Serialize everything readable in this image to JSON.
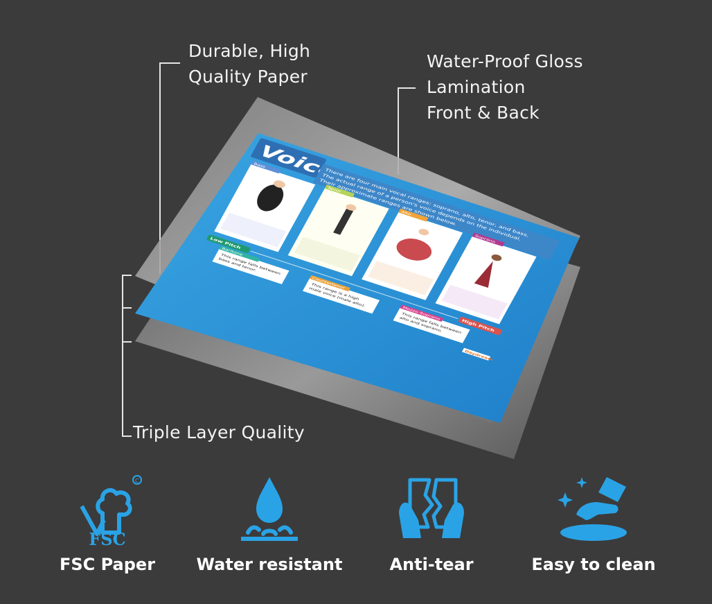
{
  "callouts": {
    "paper": [
      "Durable, High",
      "Quality Paper"
    ],
    "gloss": [
      "Water-Proof Gloss",
      "Lamination",
      "Front & Back"
    ],
    "triple": "Triple Layer Quality"
  },
  "poster": {
    "title": "Voices",
    "intro": [
      "There are four main vocal ranges: soprano, alto, tenor, and bass.",
      "The actual range of a person's voice depends on the individual.",
      "Their approximate ranges are shown below."
    ],
    "voices": [
      "Bass",
      "Tenor",
      "Alto",
      "Soprano"
    ],
    "low_pitch": "Low Pitch",
    "high_pitch": "High Pitch",
    "notes": [
      {
        "title": "Baritone",
        "text": [
          "This range falls between",
          "bass and tenor."
        ]
      },
      {
        "title": "Countertenor",
        "text": [
          "This range is a high",
          "male voice (male alto)."
        ]
      },
      {
        "title": "Mezzo-Soprano",
        "text": [
          "This range falls between",
          "alto and soprano."
        ]
      }
    ],
    "brand": "Daydream"
  },
  "features": [
    {
      "icon": "fsc-tree-icon",
      "icon_text": "FSC",
      "label": "FSC Paper"
    },
    {
      "icon": "water-drop-icon",
      "label": "Water resistant"
    },
    {
      "icon": "torn-paper-icon",
      "label": "Anti-tear"
    },
    {
      "icon": "cleaning-hand-icon",
      "label": "Easy to clean"
    }
  ],
  "colors": {
    "background": "#3b3b3b",
    "accent_blue": "#2aa3e6",
    "poster_blue": "#2a8fd6",
    "text": "#ffffff"
  }
}
